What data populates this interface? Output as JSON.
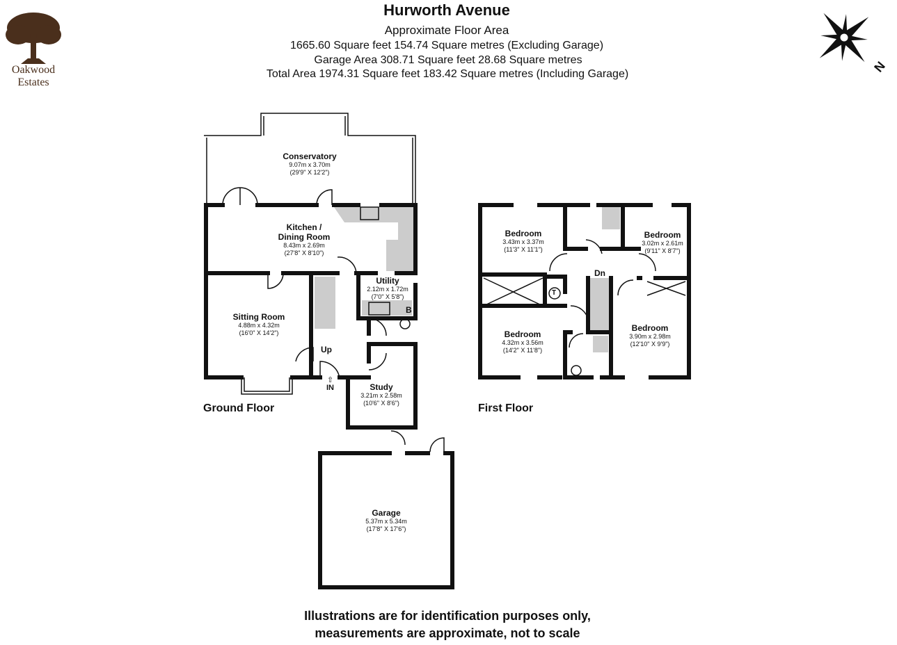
{
  "header": {
    "title": "Hurworth Avenue",
    "subtitle": "Approximate Floor Area",
    "lines": [
      "1665.60 Square feet 154.74 Square metres (Excluding Garage)",
      "Garage Area 308.71 Square feet 28.68 Square metres",
      "Total Area 1974.31 Square feet 183.42 Square metres (Including Garage)"
    ]
  },
  "logo": {
    "line1": "Oakwood",
    "line2": "Estates",
    "color": "#4a2f1c"
  },
  "compass": {
    "label": "N"
  },
  "ground_floor": {
    "label": "Ground Floor",
    "rooms": [
      {
        "name": "Conservatory",
        "metric": "9.07m x 3.70m",
        "imperial": "(29'9\" X 12'2\")"
      },
      {
        "name": "Kitchen /",
        "name2": "Dining Room",
        "metric": "8.43m x 2.69m",
        "imperial": "(27'8\" X 8'10\")"
      },
      {
        "name": "Sitting Room",
        "metric": "4.88m x 4.32m",
        "imperial": "(16'0\" X 14'2\")"
      },
      {
        "name": "Utility",
        "metric": "2.12m x 1.72m",
        "imperial": "(7'0\" X 5'8\")"
      },
      {
        "name": "Study",
        "metric": "3.21m x 2.58m",
        "imperial": "(10'6\" X 8'6\")"
      },
      {
        "name": "Garage",
        "metric": "5.37m x 5.34m",
        "imperial": "(17'8\" X 17'6\")"
      }
    ],
    "up": "Up",
    "entrance": "IN",
    "boiler": "B"
  },
  "first_floor": {
    "label": "First Floor",
    "rooms": [
      {
        "name": "Bedroom",
        "metric": "3.43m x 3.37m",
        "imperial": "(11'3\" X 11'1\")"
      },
      {
        "name": "Bedroom",
        "metric": "3.02m x 2.61m",
        "imperial": "(9'11\" X 8'7\")"
      },
      {
        "name": "Bedroom",
        "metric": "4.32m x 3.56m",
        "imperial": "(14'2\" X 11'8\")"
      },
      {
        "name": "Bedroom",
        "metric": "3.90m x 2.98m",
        "imperial": "(12'10\" X 9'9\")"
      }
    ],
    "down": "Dn",
    "tank": "T"
  },
  "disclaimer": [
    "Illustrations are for identification purposes only,",
    "measurements are approximate, not to scale"
  ]
}
